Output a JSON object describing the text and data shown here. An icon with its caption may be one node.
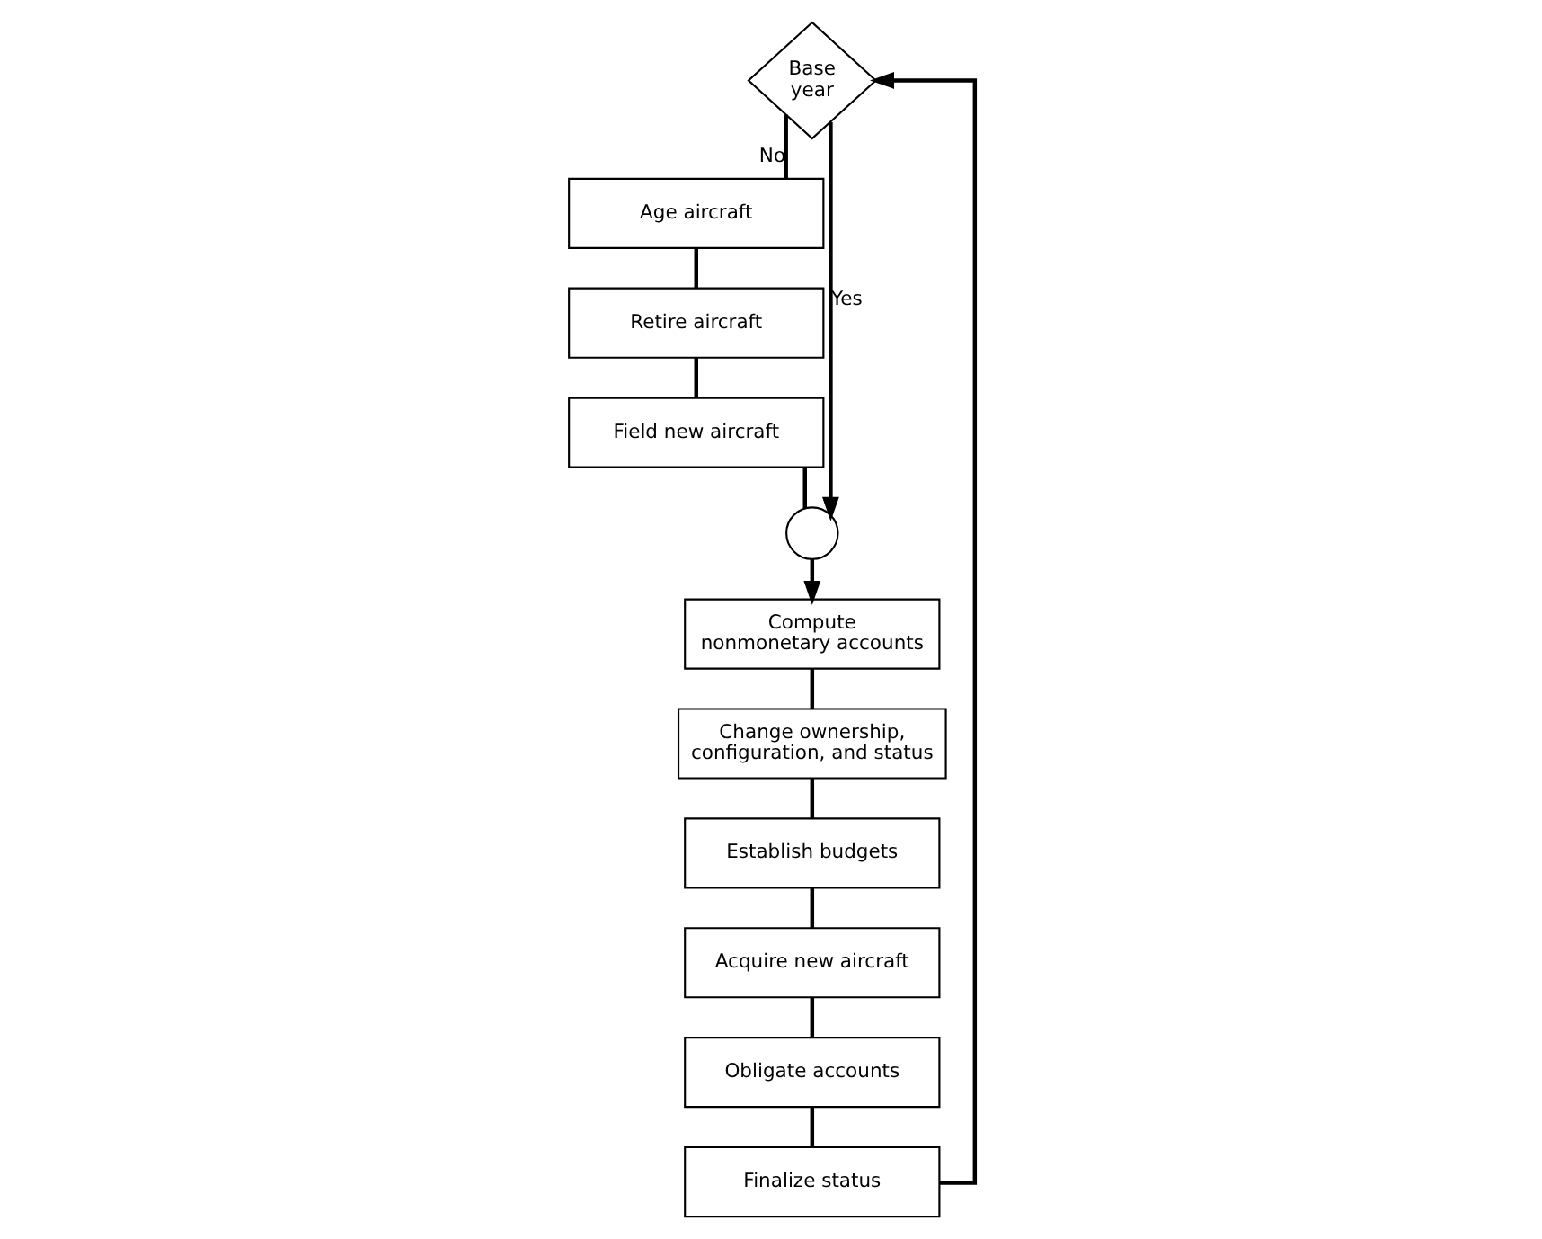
{
  "diagram": {
    "nodes": [
      {
        "text": [
          "Base year"
        ]
      },
      {
        "text": [
          "Age aircraft"
        ]
      },
      {
        "text": [
          "Retire aircraft"
        ]
      },
      {
        "text": [
          "Field new aircraft"
        ]
      },
      {
        "text": [],
        "shape": "circle"
      },
      {
        "text": [
          "Compute nonmonetary accounts"
        ]
      },
      {
        "text": [
          "Change ownership, configuration, and status"
        ]
      },
      {
        "text": [
          "Establish budgets"
        ]
      },
      {
        "text": [
          "Acquire new aircraft"
        ]
      },
      {
        "text": [
          "Obligate accounts"
        ]
      },
      {
        "text": [
          "Finalize status"
        ]
      }
    ],
    "edges": [
      {
        "from": 0,
        "to": 1,
        "arrow": "none",
        "label": "No"
      },
      {
        "from": 1,
        "to": 2,
        "arrow": "none"
      },
      {
        "from": 2,
        "to": 3,
        "arrow": "none"
      },
      {
        "from": 3,
        "to": 4,
        "arrow": "none"
      },
      {
        "from": 0,
        "to": 4,
        "arrow": "to",
        "label": "Yes"
      },
      {
        "from": 4,
        "to": 5,
        "arrow": "to"
      },
      {
        "from": 5,
        "to": 6,
        "arrow": "none"
      },
      {
        "from": 6,
        "to": 7,
        "arrow": "none"
      },
      {
        "from": 7,
        "to": 8,
        "arrow": "none"
      },
      {
        "from": 8,
        "to": 9,
        "arrow": "none"
      },
      {
        "from": 9,
        "to": 10,
        "arrow": "none"
      },
      {
        "from": 10,
        "to": 0,
        "arrow": "to"
      }
    ]
  }
}
